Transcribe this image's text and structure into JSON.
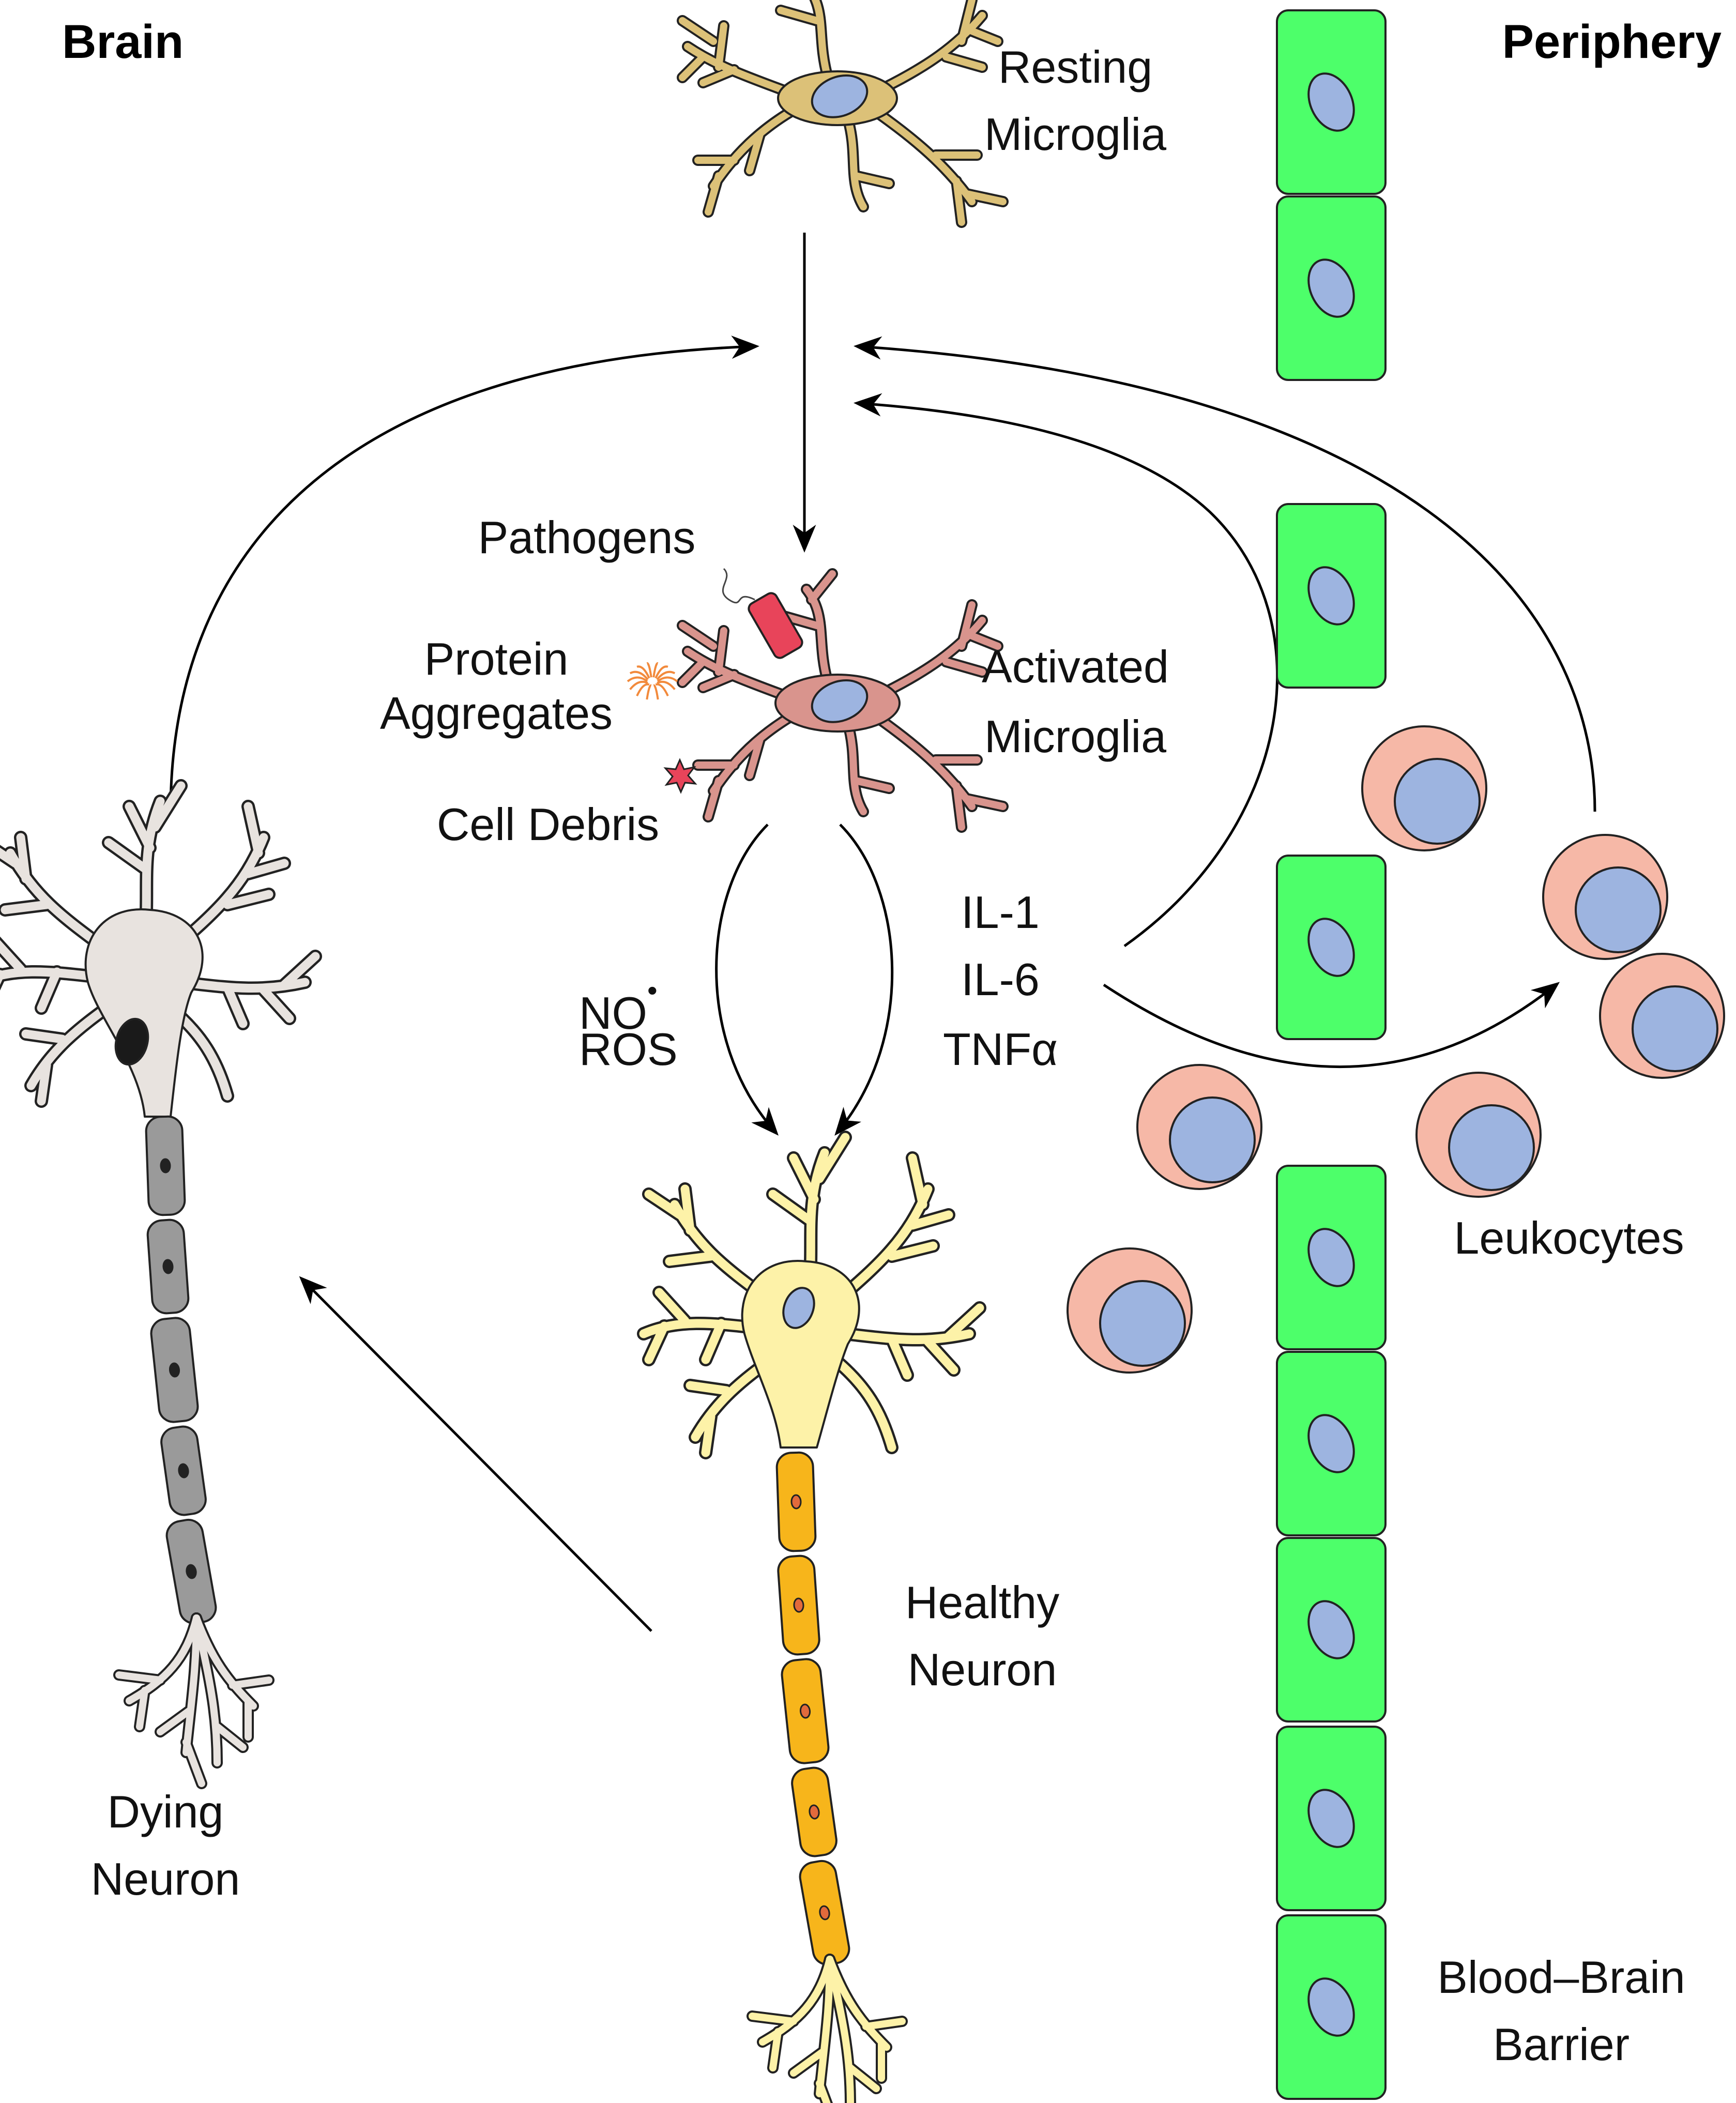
{
  "headers": {
    "brain": "Brain",
    "periphery": "Periphery"
  },
  "labels": {
    "resting_microglia": [
      "Resting",
      "Microglia"
    ],
    "activated_microglia": [
      "Activated",
      "Microglia"
    ],
    "pathogens": "Pathogens",
    "protein_aggregates": [
      "Protein",
      "Aggregates"
    ],
    "cell_debris": "Cell Debris",
    "no_radical": "NO",
    "no_radical_dot": "•",
    "ros": "ROS",
    "il1": "IL-1",
    "il6": "IL-6",
    "tnfa": "TNFα",
    "healthy_neuron": [
      "Healthy",
      "Neuron"
    ],
    "dying_neuron": [
      "Dying",
      "Neuron"
    ],
    "leukocytes": "Leukocytes",
    "bbb": [
      "Blood–Brain",
      "Barrier"
    ]
  },
  "colors": {
    "resting_microglia": "#dcc178",
    "activated_microglia": "#d9948d",
    "healthy_neuron_body": "#fdf2a8",
    "healthy_axon_segment": "#f7b51b",
    "dying_neuron_body": "#e8e3df",
    "dying_axon_segment": "#9a9a9a",
    "endothelial_cell": "#4dff6a",
    "nucleus": "#9db4e0",
    "leukocyte": "#f6b8a7",
    "pathogen": "#e8445a",
    "protein_aggregate": "#f28a3c",
    "debris": "#e8445a"
  },
  "icons": [
    "microglia-icon",
    "neuron-icon",
    "leukocyte-icon",
    "endothelial-cell-icon",
    "pathogen-icon",
    "protein-aggregate-icon",
    "cell-debris-icon",
    "arrow-icon"
  ]
}
